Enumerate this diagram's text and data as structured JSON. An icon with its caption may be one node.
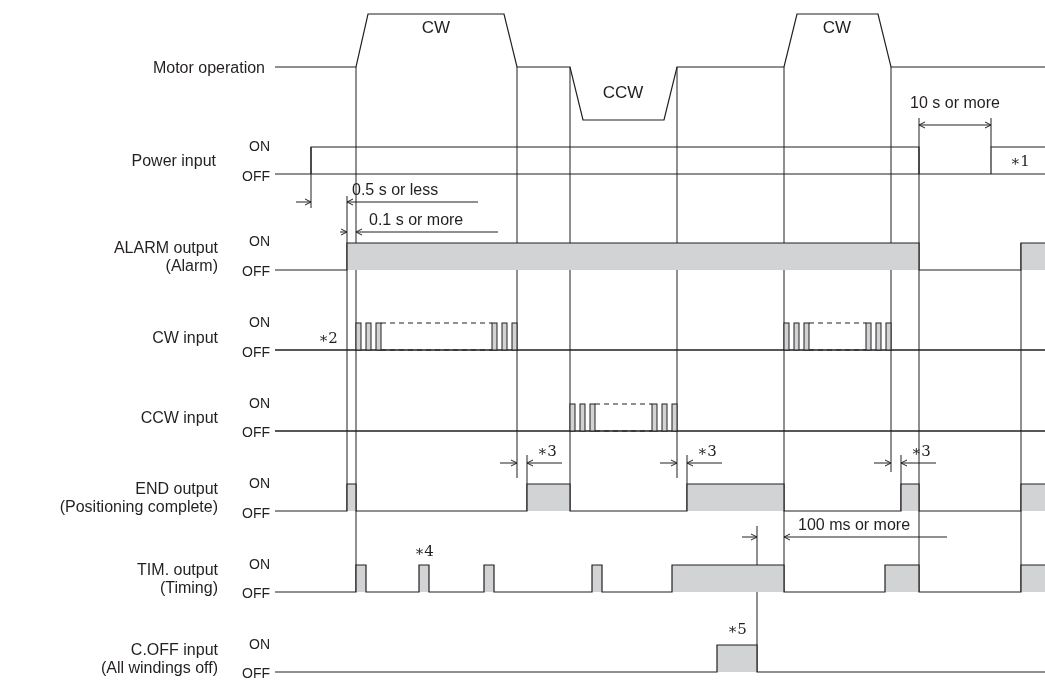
{
  "diagram": {
    "labels": [
      "CW",
      "CW",
      "Motor operation",
      "CCW",
      "10 s or more",
      "Power input",
      "ON",
      "OFF",
      "∗1",
      "0.5 s or less",
      "0.1 s or more",
      "ALARM output (Alarm)",
      "ON",
      "OFF",
      "CW input",
      "ON",
      "∗2",
      "OFF",
      "CCW input",
      "ON",
      "OFF",
      "∗3",
      "∗3",
      "∗3",
      "END output (Positioning complete)",
      "ON",
      "OFF",
      "100 ms or more",
      "∗4",
      "TIM. output (Timing)",
      "ON",
      "OFF",
      "∗5",
      "C.OFF input (All windings off)",
      "ON",
      "OFF"
    ]
  }
}
